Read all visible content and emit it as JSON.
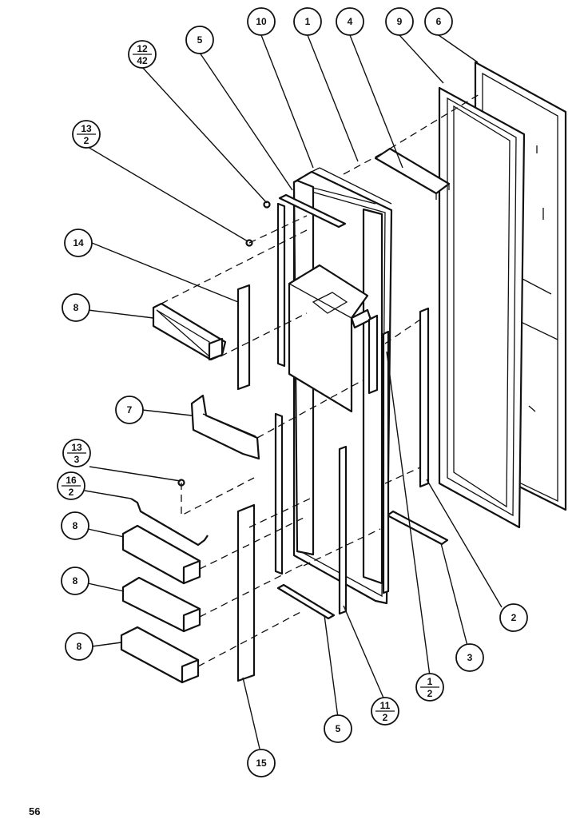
{
  "page_number": "56",
  "callouts": [
    {
      "id": "c10",
      "label": "10"
    },
    {
      "id": "c1",
      "label": "1"
    },
    {
      "id": "c4",
      "label": "4"
    },
    {
      "id": "c9",
      "label": "9"
    },
    {
      "id": "c6",
      "label": "6"
    },
    {
      "id": "c5a",
      "label": "5"
    },
    {
      "id": "c12-42",
      "top": "12",
      "bottom": "42"
    },
    {
      "id": "c13-2a",
      "top": "13",
      "bottom": "2"
    },
    {
      "id": "c14",
      "label": "14"
    },
    {
      "id": "c8a",
      "label": "8"
    },
    {
      "id": "c7",
      "label": "7"
    },
    {
      "id": "c13-3",
      "top": "13",
      "bottom": "3"
    },
    {
      "id": "c16-2",
      "top": "16",
      "bottom": "2"
    },
    {
      "id": "c8b",
      "label": "8"
    },
    {
      "id": "c8c",
      "label": "8"
    },
    {
      "id": "c8d",
      "label": "8"
    },
    {
      "id": "c2",
      "label": "2"
    },
    {
      "id": "c3",
      "label": "3"
    },
    {
      "id": "c1-2",
      "top": "1",
      "bottom": "2"
    },
    {
      "id": "c11-2",
      "top": "11",
      "bottom": "2"
    },
    {
      "id": "c5b",
      "label": "5"
    },
    {
      "id": "c15",
      "label": "15"
    }
  ]
}
